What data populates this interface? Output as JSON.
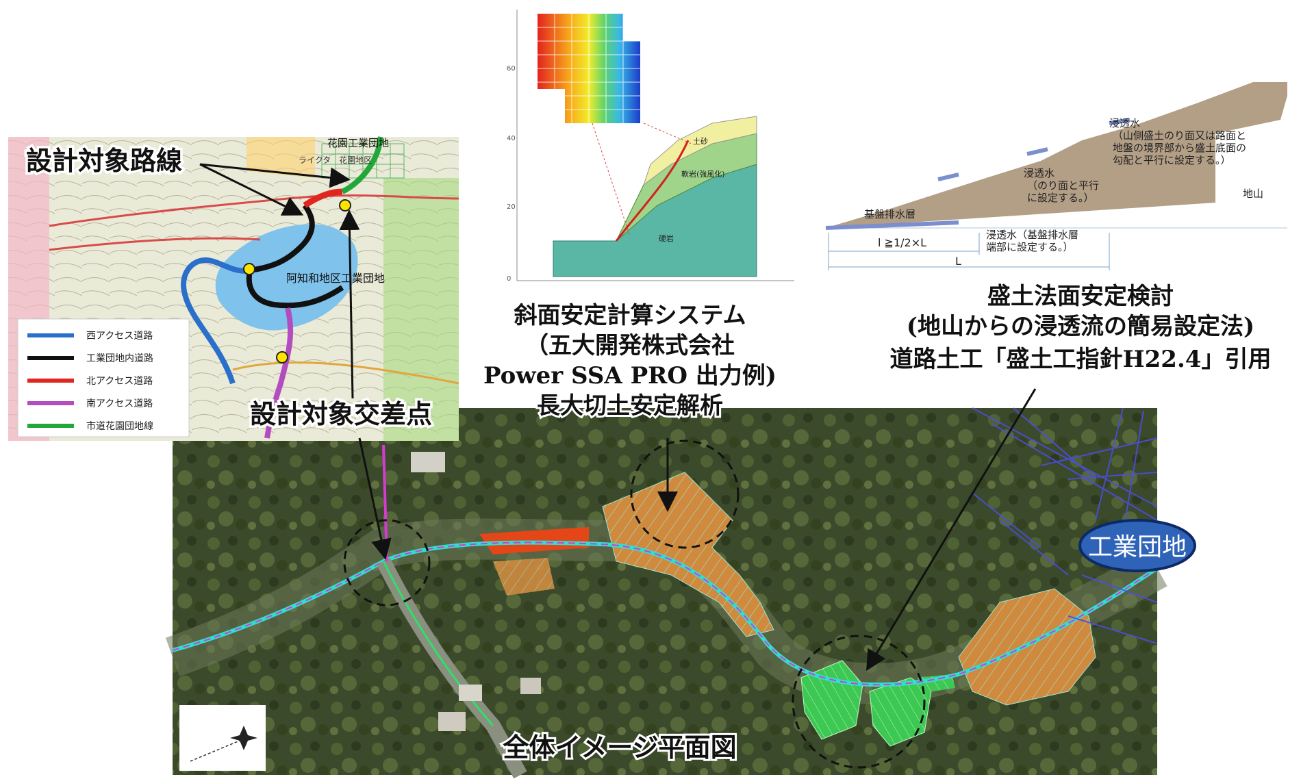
{
  "labels": {
    "design_route": "設計対象路線",
    "design_intersection": "設計対象交差点",
    "slope_title_1": "斜面安定計算システム",
    "slope_title_2": "（五大開発株式会社",
    "slope_title_3": "Power SSA PRO 出力例)",
    "slope_title_4": "長大切土安定解析",
    "embank_title_1": "盛土法面安定検討",
    "embank_title_2": "(地山からの浸透流の簡易設定法)",
    "embank_title_3": "道路土工「盛土工指針H22.4」引用",
    "industrial_park": "工業団地",
    "overall_plan": "全体イメージ平面図"
  },
  "topo_map": {
    "label_hanazono": "花園工業団地",
    "label_achiwa": "阿知和地区工業団地",
    "label_hanazono_area": "ライクタ　花園地区"
  },
  "legend": {
    "items": [
      {
        "label": "西アクセス道路",
        "color": "#2a6fc9"
      },
      {
        "label": "工業団地内道路",
        "color": "#111111"
      },
      {
        "label": "北アクセス道路",
        "color": "#e0261e"
      },
      {
        "label": "南アクセス道路",
        "color": "#b34dbf"
      },
      {
        "label": "市道花園団地線",
        "color": "#22a83a"
      }
    ]
  },
  "slope_chart": {
    "y_ticks": [
      "0",
      "20",
      "40",
      "60"
    ],
    "layer_soil": "土砂",
    "layer_soft_rock": "軟岩(強風化)",
    "layer_hard_rock": "硬岩"
  },
  "embankment": {
    "seepage_1": [
      "浸透水",
      "（山側盛土のり面又は路面と",
      "地盤の境界部から盛土底面の",
      "勾配と平行に設定する。）"
    ],
    "seepage_2": [
      "浸透水",
      "（のり面と平行",
      "に設定する。）"
    ],
    "seepage_3": [
      "浸透水（基盤排水層",
      "端部に設定する。）"
    ],
    "natural_ground": "地山",
    "drain_layer": "基盤排水層",
    "dim_small": "l ≧1/2×L",
    "dim_large": "L"
  },
  "colors": {
    "aerial_base": "#3d4a2c",
    "cut_orange": "#d48a3a",
    "fill_green": "#39c24a",
    "badge_blue": "#2e63b8",
    "embank_brown": "#b39e86"
  }
}
